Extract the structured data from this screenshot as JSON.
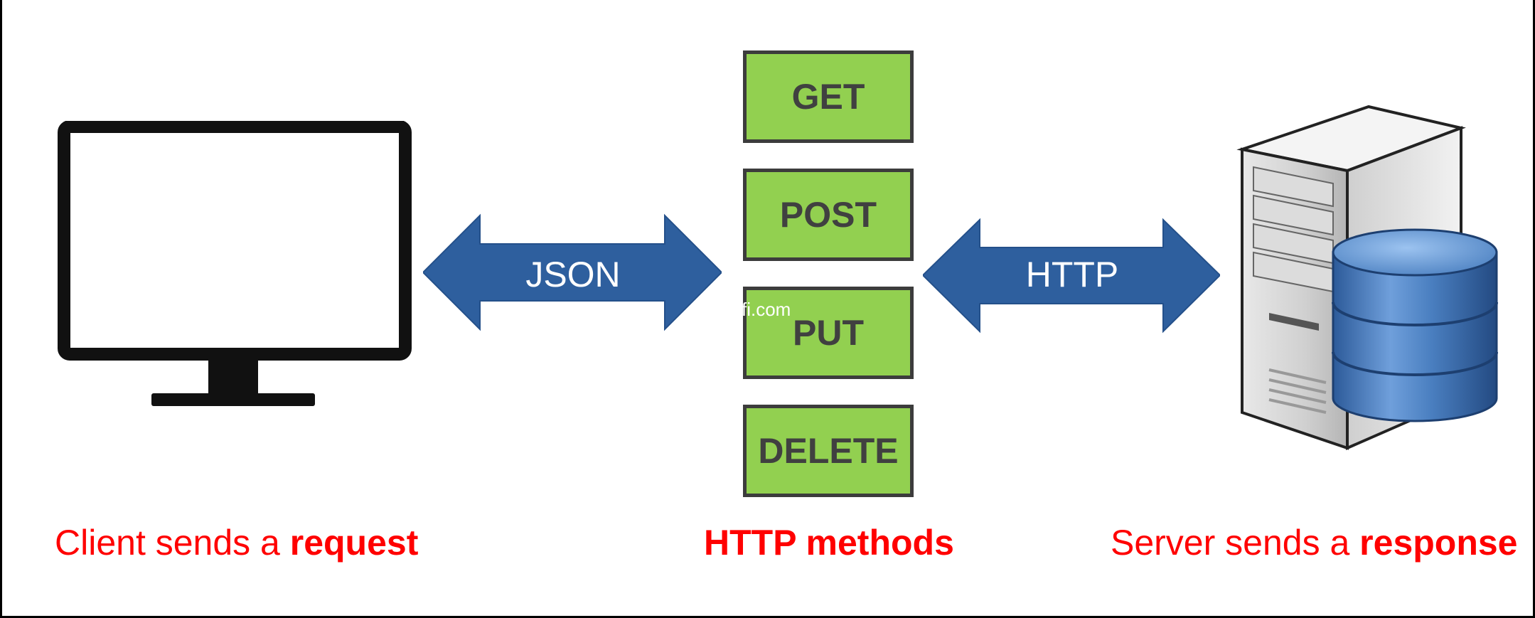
{
  "arrows": {
    "left_label": "JSON",
    "right_label": "HTTP"
  },
  "methods": [
    "GET",
    "POST",
    "PUT",
    "DELETE"
  ],
  "captions": {
    "client": {
      "prefix": "Client sends a ",
      "bold": "request"
    },
    "methods": {
      "bold": "HTTP methods"
    },
    "server": {
      "prefix": "Server sends a ",
      "bold": "response"
    }
  },
  "watermark": "tifi.com",
  "colors": {
    "method_fill": "#92d050",
    "method_border": "#3c3c3c",
    "method_text": "#404040",
    "arrow_fill": "#2e5f9e",
    "caption_text": "#ff0000",
    "monitor": "#111111",
    "database": "#4a7fc0"
  },
  "icons": {
    "client": "monitor-icon",
    "server": "server-tower-icon",
    "database": "database-icon"
  }
}
